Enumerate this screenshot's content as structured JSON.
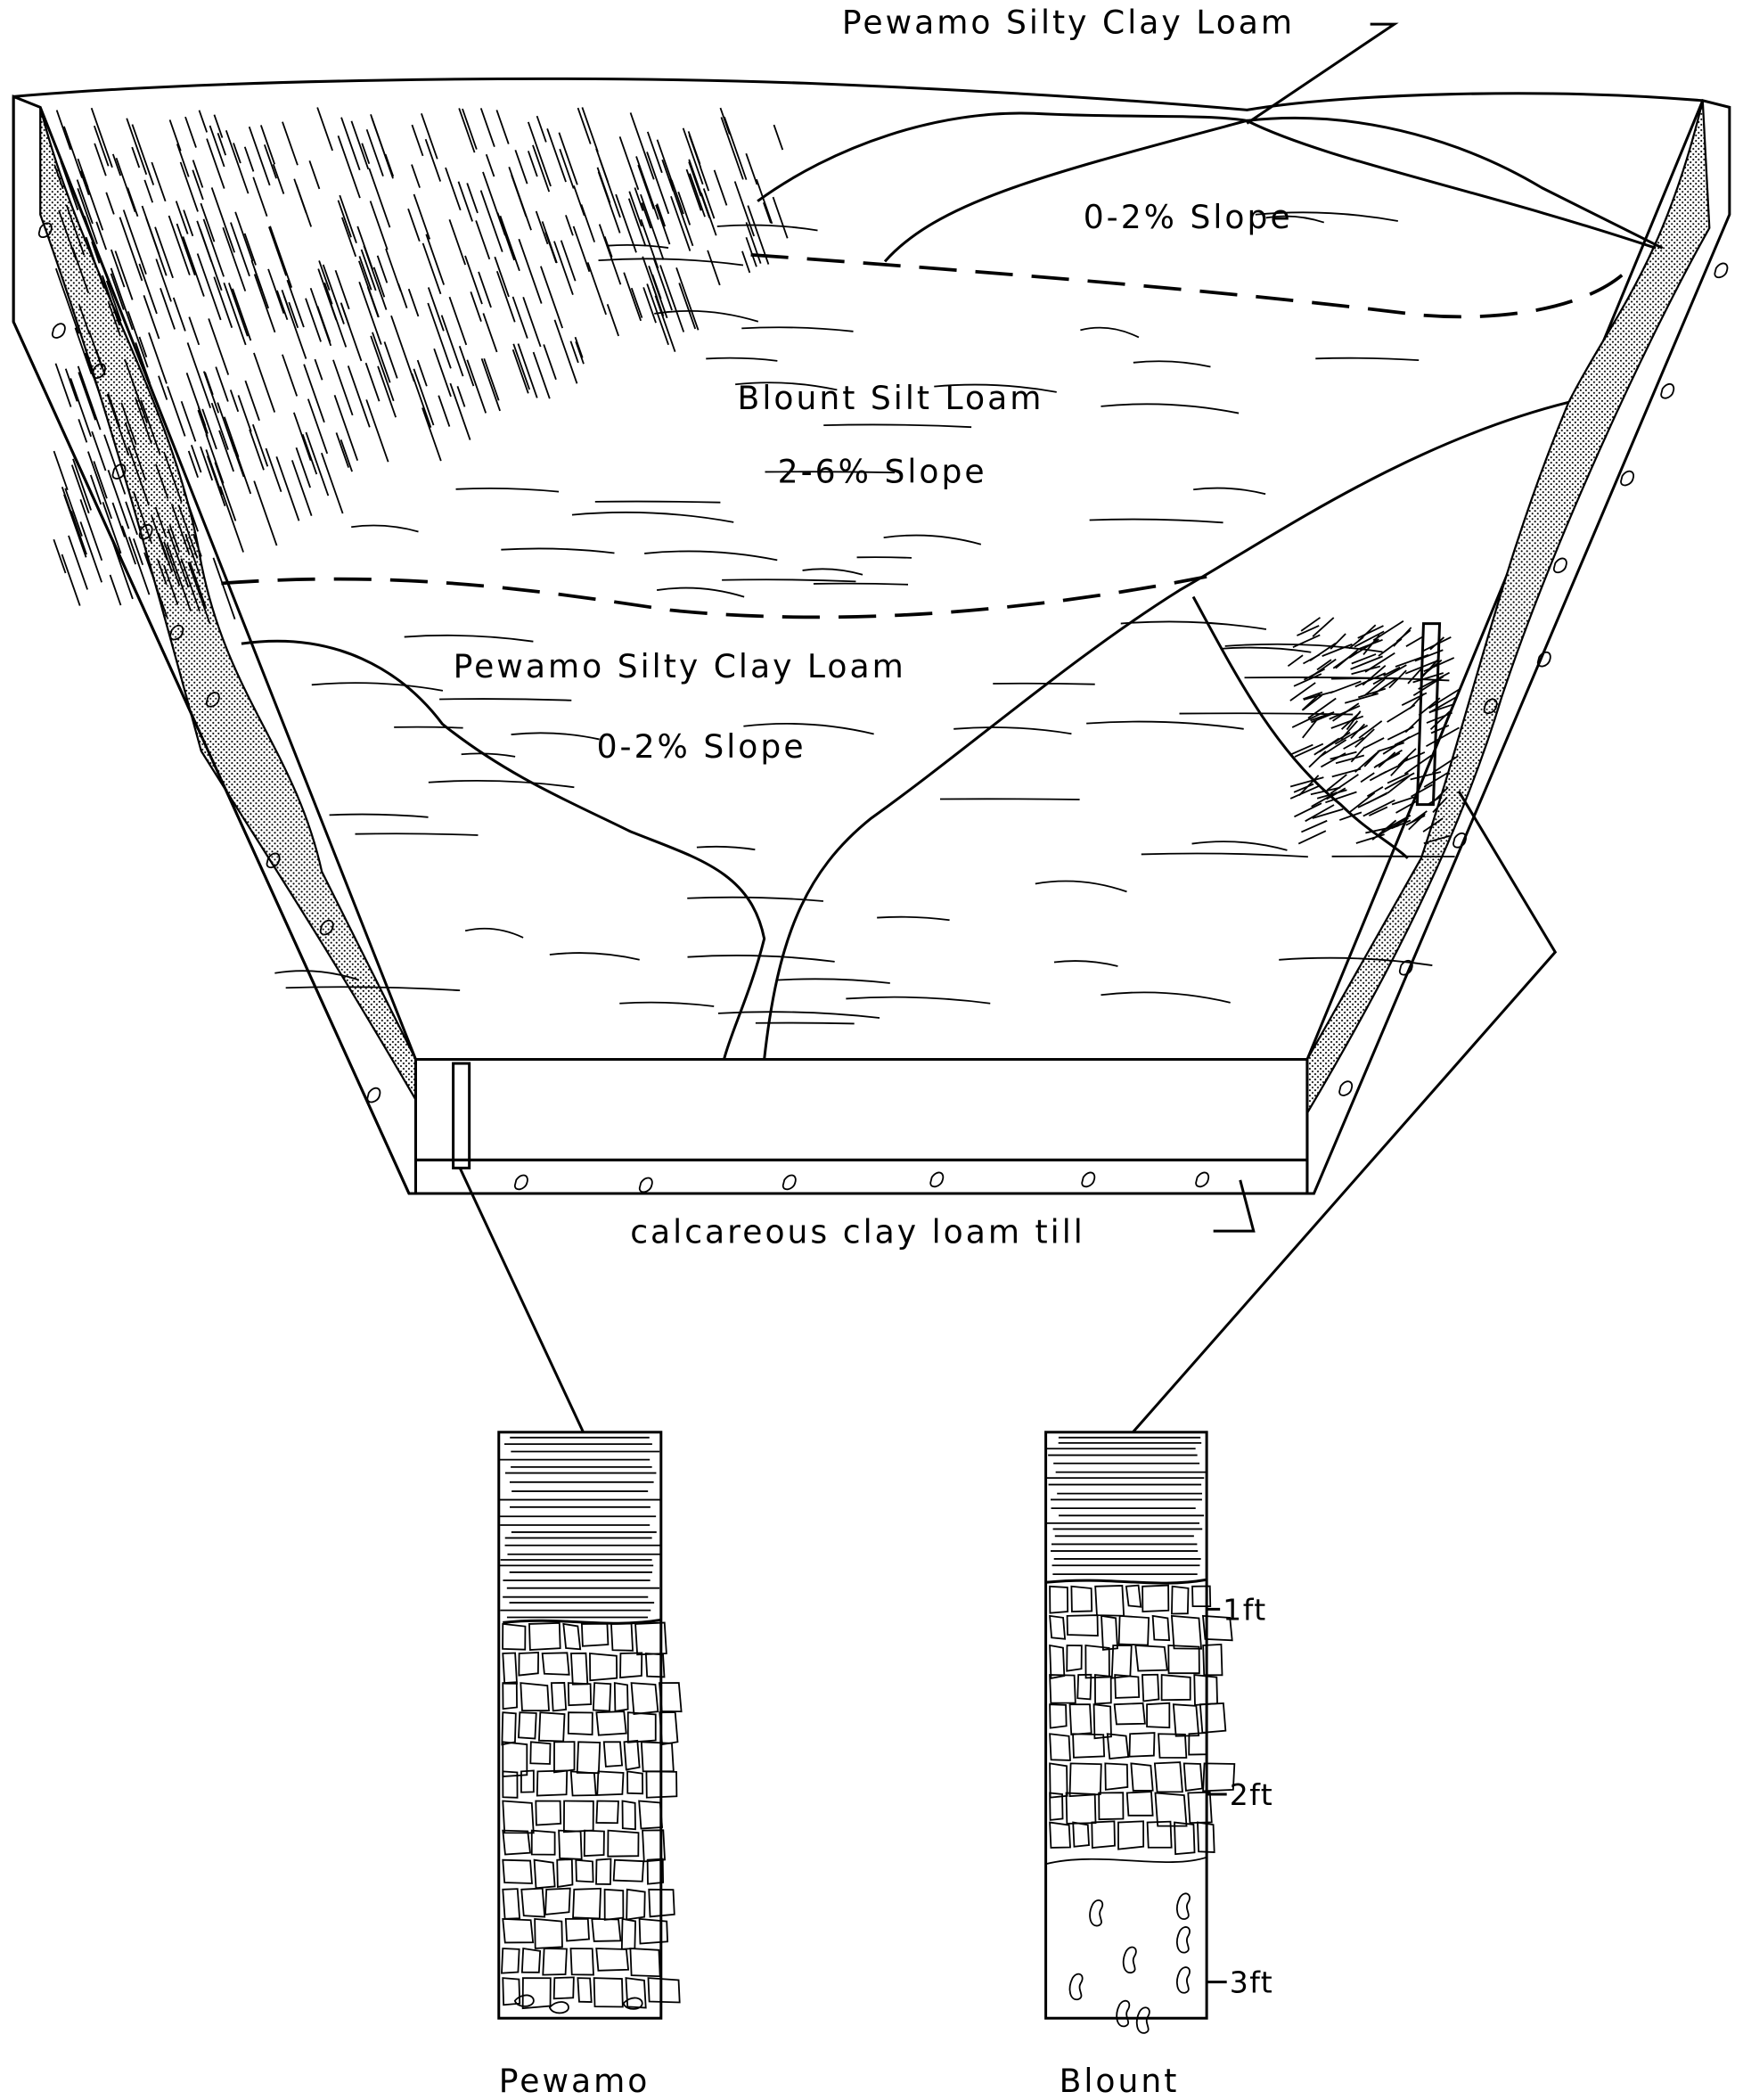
{
  "labels": {
    "top_right_soil": "Pewamo Silty Clay Loam",
    "top_slope": "0-2% Slope",
    "middle_soil": "Blount Silt Loam",
    "middle_slope": "2-6% Slope",
    "lower_soil": "Pewamo Silty Clay Loam",
    "lower_slope": "0-2% Slope",
    "substratum": "calcareous clay loam till"
  },
  "profiles": [
    {
      "name": "Pewamo"
    },
    {
      "name": "Blount",
      "depth_marks": [
        "1ft",
        "2ft",
        "3ft"
      ]
    }
  ]
}
